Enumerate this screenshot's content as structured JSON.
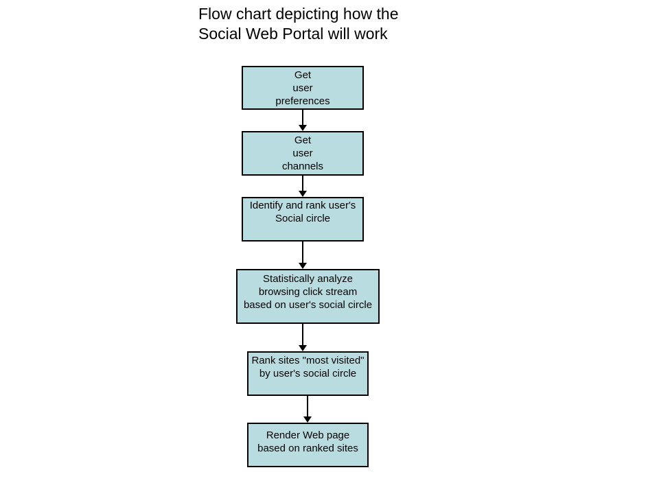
{
  "title": {
    "text": "Flow chart depicting how the\nSocial Web Portal will work"
  },
  "colors": {
    "background": "#ffffff",
    "box_fill": "#b8dce0",
    "box_border": "#000000",
    "arrow": "#000000",
    "text": "#000000"
  },
  "flowchart": {
    "boxes": [
      {
        "name": "get-user-preferences",
        "text": "Get\nuser\npreferences"
      },
      {
        "name": "get-user-channels",
        "text": "Get\nuser\nchannels"
      },
      {
        "name": "identify-rank-social-circle",
        "text": "Identify and rank user's\nSocial circle"
      },
      {
        "name": "statistically-analyze-click-stream",
        "text": "Statistically analyze\nbrowsing click stream\nbased on user's social circle"
      },
      {
        "name": "rank-sites-most-visited",
        "text": "Rank sites \"most visited\"\nby user's social circle"
      },
      {
        "name": "render-web-page",
        "text": "Render Web page\nbased on ranked sites"
      }
    ],
    "arrow_count": 5
  }
}
